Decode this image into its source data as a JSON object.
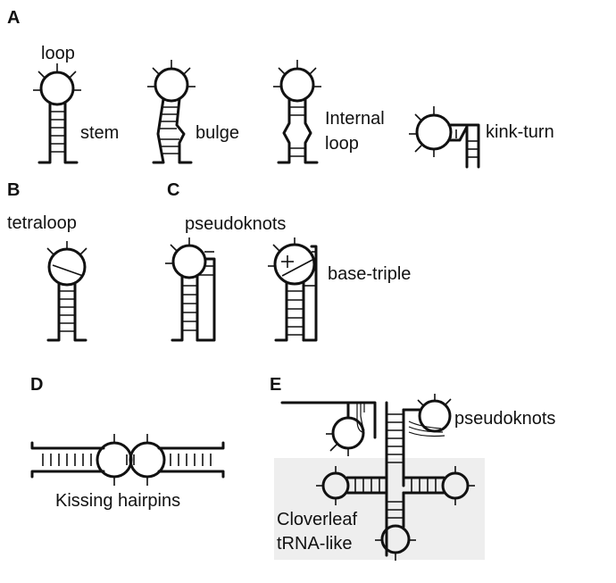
{
  "panels": {
    "a": {
      "letter": "A",
      "labels": {
        "loop": "loop",
        "stem": "stem",
        "bulge": "bulge",
        "internal": "Internal",
        "internal_loop": "loop",
        "kink": "kink-turn"
      }
    },
    "b": {
      "letter": "B",
      "labels": {
        "tetraloop": "tetraloop"
      }
    },
    "c": {
      "letter": "C",
      "labels": {
        "pseudoknots": "pseudoknots",
        "base_triple": "base-triple"
      }
    },
    "d": {
      "letter": "D",
      "labels": {
        "kissing": "Kissing hairpins"
      }
    },
    "e": {
      "letter": "E",
      "labels": {
        "pseudoknots": "pseudoknots",
        "cloverleaf": "Cloverleaf",
        "trna": "tRNA-like"
      }
    }
  },
  "colors": {
    "ink": "#111111",
    "shade": "#eeeeee",
    "background": "#ffffff"
  }
}
